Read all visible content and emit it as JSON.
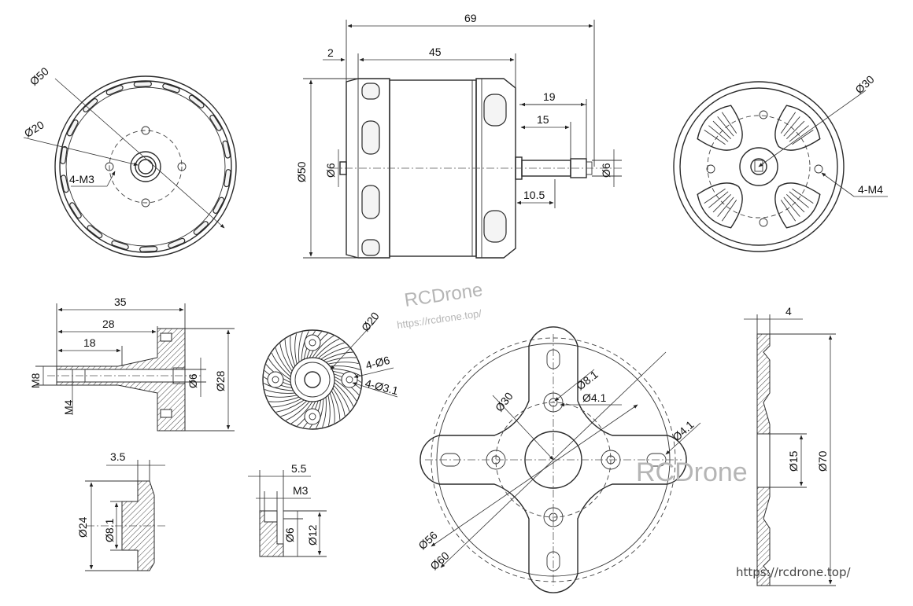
{
  "dimensions": {
    "front": {
      "outer": "Ø50",
      "center": "Ø20",
      "holes": "4-M3"
    },
    "side": {
      "overall": "69",
      "flange": "2",
      "body": "45",
      "height": "Ø50",
      "shaft_rear": "Ø6",
      "shaft_front": "Ø6",
      "shaft_total": "19",
      "shaft_exposed": "15",
      "shaft_gap": "10.5"
    },
    "rear": {
      "bolt_circle": "Ø30",
      "holes": "4-M4"
    },
    "adapter": {
      "overall": "35",
      "mid": "28",
      "thread_len": "18",
      "thread": "M8",
      "set_screw": "M4",
      "bore": "Ø6",
      "base": "Ø28"
    },
    "gear": {
      "outer": "Ø20",
      "holes_a": "4-Ø6",
      "holes_b": "4-Ø3.1"
    },
    "washer": {
      "thickness": "3.5",
      "outer": "Ø24",
      "bore": "Ø8.1"
    },
    "nut": {
      "height": "5.5",
      "thread": "M3",
      "bore": "Ø6",
      "outer": "Ø12"
    },
    "mount": {
      "hole": "Ø8.1",
      "pitch": "Ø4.1",
      "inner": "Ø30",
      "slot": "Ø4.1",
      "outer1": "Ø56",
      "outer2": "Ø60"
    },
    "plate": {
      "thickness": "4",
      "inner": "Ø15",
      "outer": "Ø70"
    }
  },
  "watermark": {
    "brand": "RCDrone",
    "url": "https://rcdrone.top/"
  },
  "footer_url": "https://rcdrone.top/"
}
